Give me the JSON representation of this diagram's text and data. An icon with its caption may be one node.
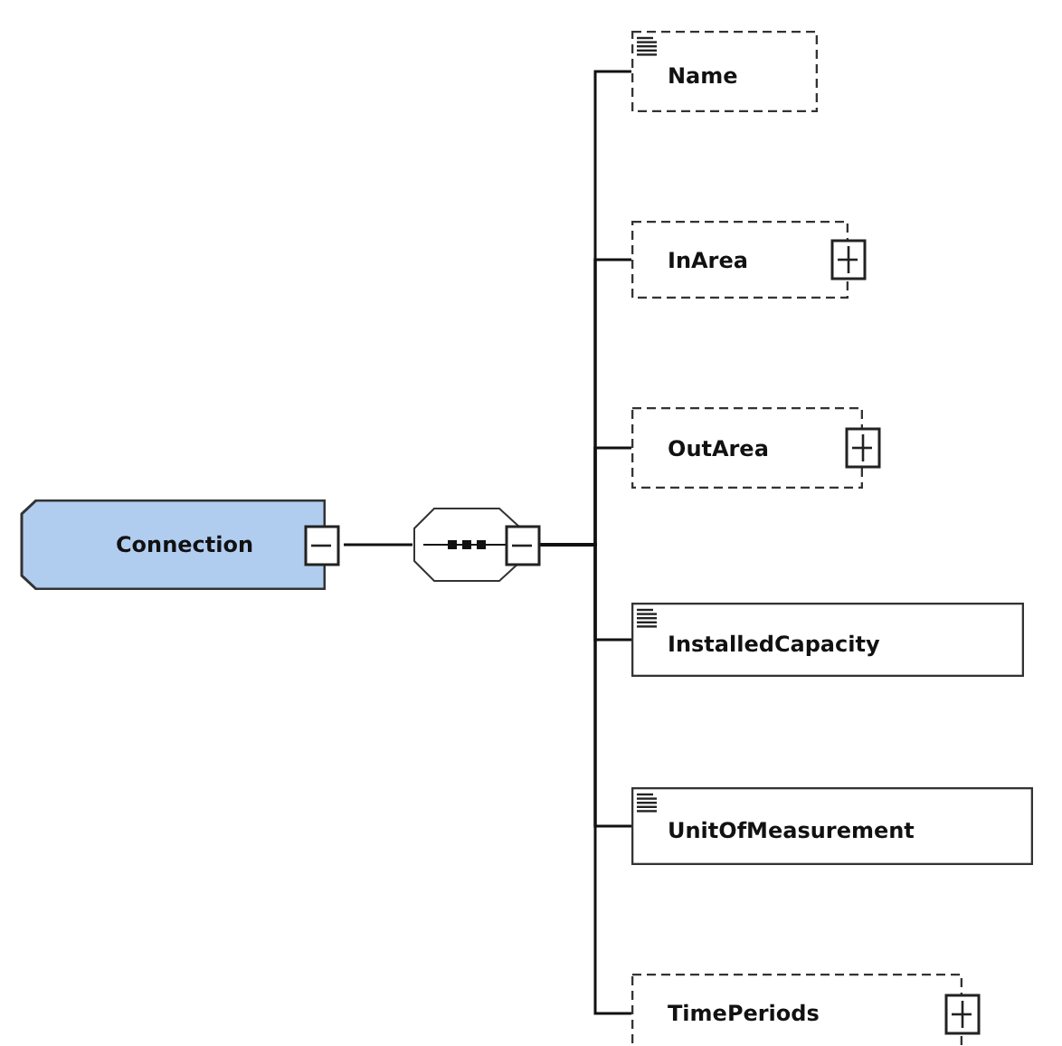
{
  "diagram": {
    "nodes": [
      {
        "text": [
          "Connection"
        ]
      },
      {
        "text": [],
        "shape": "octagon"
      },
      {
        "text": [
          "Name"
        ]
      },
      {
        "text": [
          "InArea"
        ]
      },
      {
        "text": [
          "OutArea"
        ]
      },
      {
        "text": [
          "InstalledCapacity"
        ]
      },
      {
        "text": [
          "UnitOfMeasurement"
        ]
      },
      {
        "text": [
          "TimePeriods"
        ]
      }
    ],
    "edges": [
      {
        "from": 0,
        "to": 1,
        "arrow": "none"
      },
      {
        "from": 1,
        "to": 2,
        "arrow": "none"
      },
      {
        "from": 1,
        "to": 3,
        "arrow": "none"
      },
      {
        "from": 1,
        "to": 4,
        "arrow": "none"
      },
      {
        "from": 1,
        "to": 5,
        "arrow": "none"
      },
      {
        "from": 1,
        "to": 6,
        "arrow": "none"
      },
      {
        "from": 1,
        "to": 7,
        "arrow": "none"
      }
    ]
  }
}
